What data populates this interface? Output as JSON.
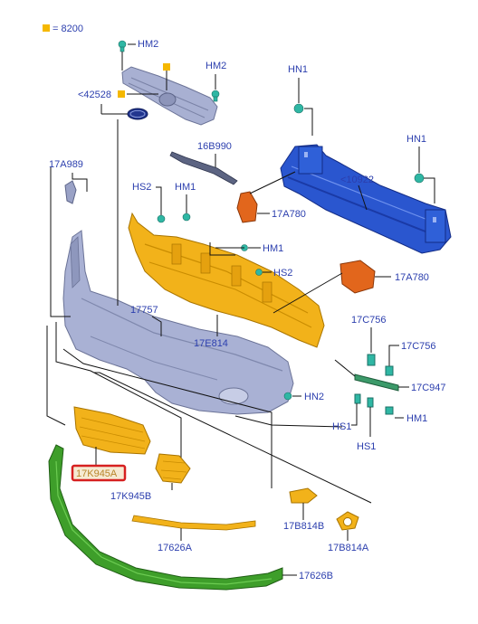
{
  "legend": {
    "value": "= 8200",
    "color": "#f5b800"
  },
  "labels": {
    "hm2_top": "HM2",
    "hm2_right": "HM2",
    "ref_42528": "<42528",
    "hn1_left": "HN1",
    "hn1_right": "HN1",
    "p16b990": "16B990",
    "p17a989": "17A989",
    "ref_10922": "<10922",
    "hs2_left": "HS2",
    "hm1_left": "HM1",
    "p17a780_left": "17A780",
    "hm1_mid": "HM1",
    "hs2_mid": "HS2",
    "p17a780_right": "17A780",
    "p17757": "17757",
    "p17e814": "17E814",
    "p17c756_a": "17C756",
    "p17c756_b": "17C756",
    "p17c947": "17C947",
    "hn2": "HN2",
    "hm1_right": "HM1",
    "hs1_left": "HS1",
    "hs1_right": "HS1",
    "p17k945a": "17K945A",
    "p17k945b": "17K945B",
    "p17b814b": "17B814B",
    "p17b814a": "17B814A",
    "p17626a": "17626A",
    "p17626b": "17626B"
  },
  "colors": {
    "label": "#2c3fae",
    "highlight_box": "#d62020",
    "bumper_cover": "#a9b1d4",
    "absorber": "#f2b21a",
    "reinforcement": "#2650c8",
    "lip": "#3e9e2a",
    "clip": "#2fb7a4"
  },
  "highlighted_part": "17K945A"
}
